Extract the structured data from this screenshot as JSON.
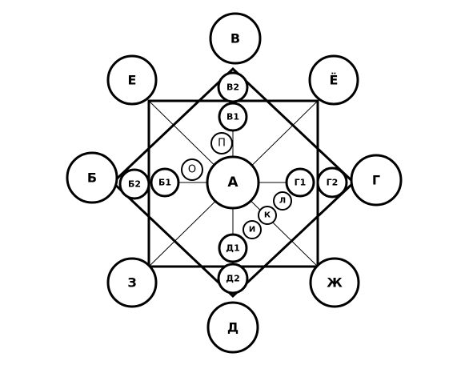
{
  "nodes": {
    "A": "А",
    "V": "В",
    "V1": "В1",
    "V2": "В2",
    "B": "Б",
    "B1": "Б1",
    "B2": "Б2",
    "G": "Г",
    "G1": "Г1",
    "G2": "Г2",
    "D": "Д",
    "D1": "Д1",
    "D2": "Д2",
    "E": "Е",
    "YO": "Ё",
    "ZH": "Ж",
    "Z": "З",
    "I": "И",
    "K": "К",
    "L": "Л",
    "O": "О",
    "P": "П"
  }
}
